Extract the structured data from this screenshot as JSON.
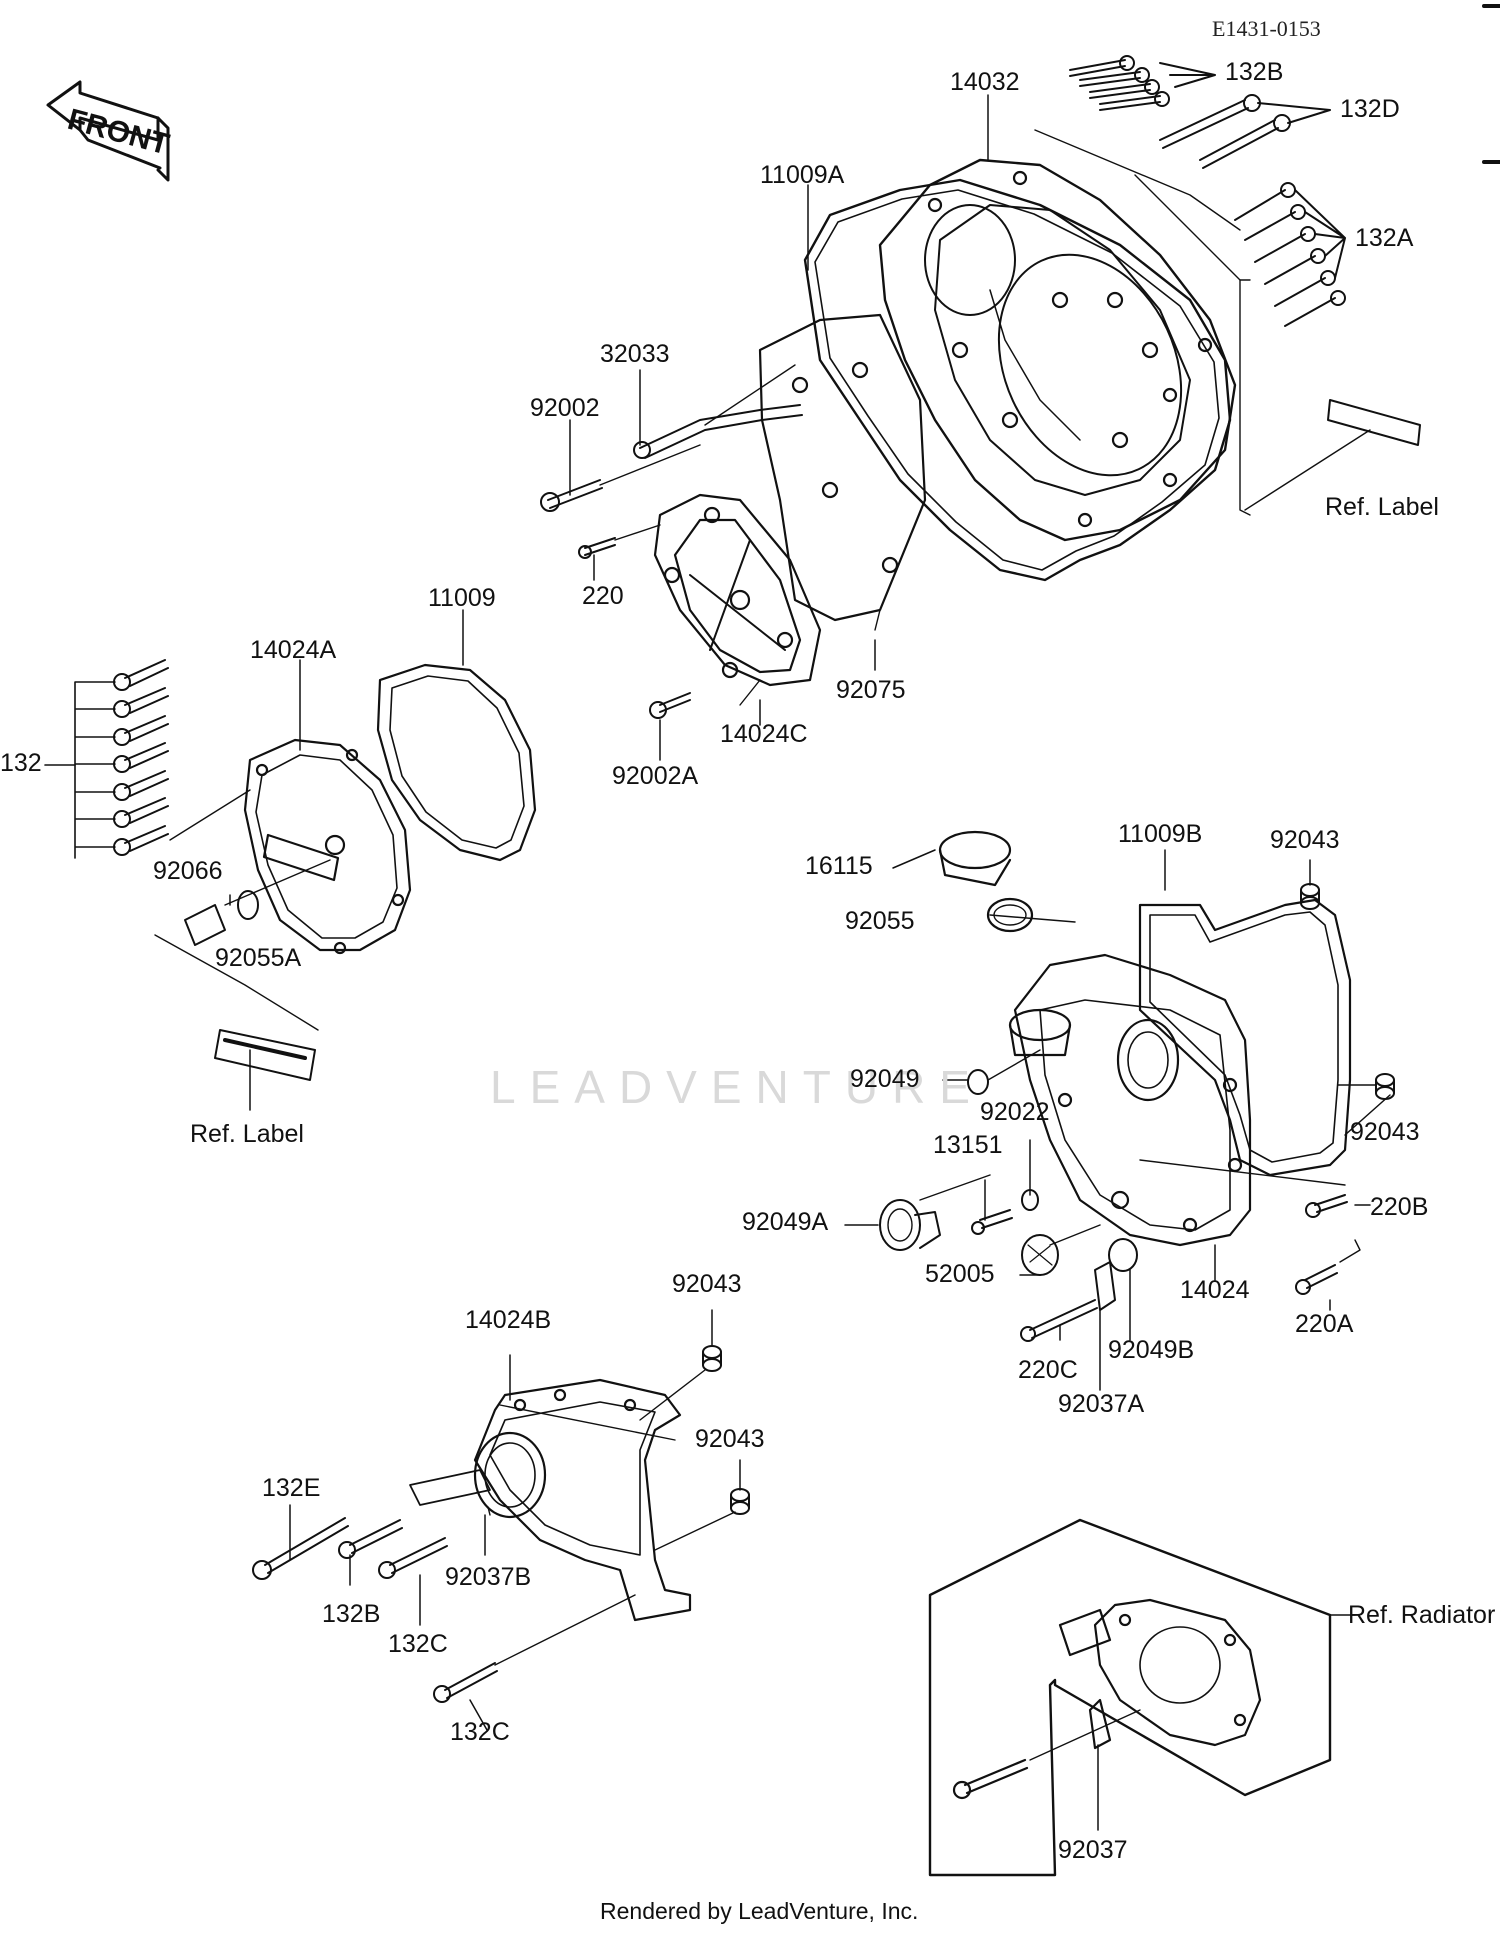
{
  "diagram_code": "E1431-0153",
  "footer": "Rendered by LeadVenture, Inc.",
  "watermark": "LEADVENTURE",
  "front_arrow": "FRONT",
  "colors": {
    "line": "#111111",
    "watermark": "#d9d9d9",
    "background": "#ffffff"
  },
  "part_labels": {
    "p14032": "14032",
    "p132B_top": "132B",
    "p132D": "132D",
    "p11009A": "11009A",
    "p132A": "132A",
    "p32033": "32033",
    "p92002": "92002",
    "p220": "220",
    "ref_label_right": "Ref. Label",
    "p11009": "11009",
    "p14024A": "14024A",
    "p92075": "92075",
    "p132": "132",
    "p14024C": "14024C",
    "p92002A": "92002A",
    "p92066": "92066",
    "p92055A": "92055A",
    "p16115": "16115",
    "p11009B": "11009B",
    "p92043_a": "92043",
    "p92055": "92055",
    "ref_label_left": "Ref. Label",
    "p92049": "92049",
    "p92022": "92022",
    "p92043_b": "92043",
    "p13151": "13151",
    "p220B": "220B",
    "p92049A": "92049A",
    "p52005": "52005",
    "p14024": "14024",
    "p220A": "220A",
    "p92043_c": "92043",
    "p14024B": "14024B",
    "p220C": "220C",
    "p92049B": "92049B",
    "p92037A": "92037A",
    "p92043_d": "92043",
    "p132E": "132E",
    "p92037B": "92037B",
    "p132B_bottom": "132B",
    "p132C_a": "132C",
    "ref_radiator": "Ref. Radiator",
    "p132C_b": "132C",
    "p92037": "92037"
  }
}
